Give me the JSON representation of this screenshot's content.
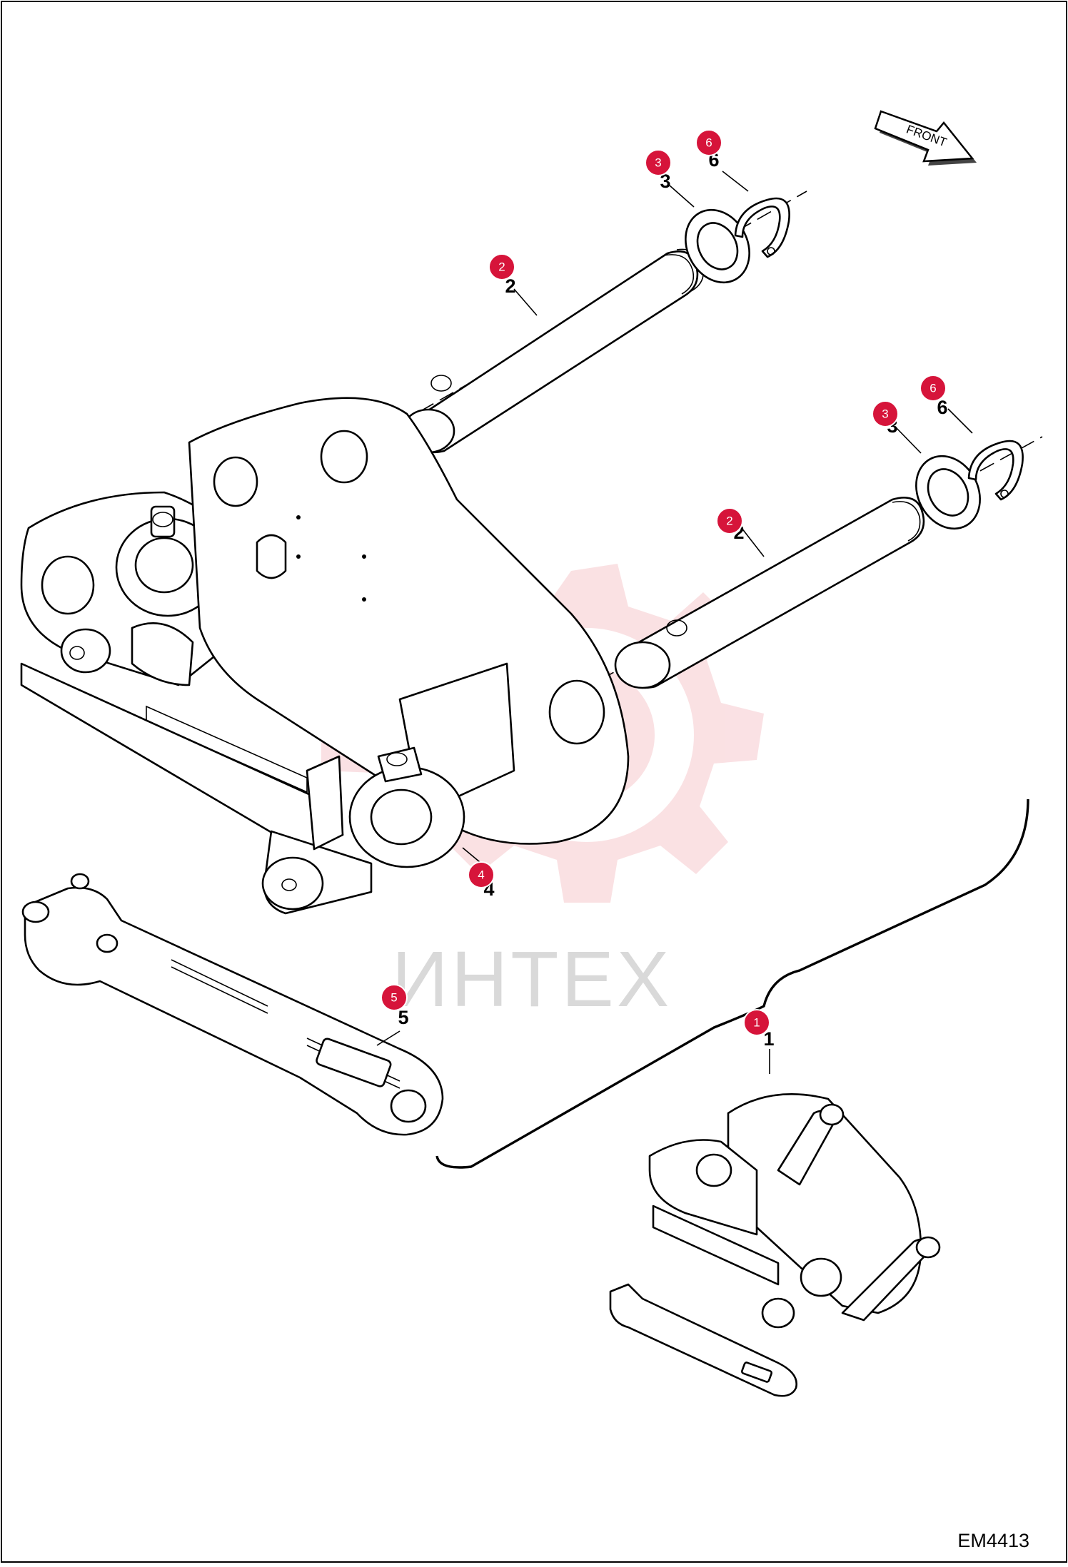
{
  "front_indicator": {
    "label": "FRONT"
  },
  "watermark": {
    "text": "ИНТЕХ"
  },
  "drawing_code": "EM4413",
  "callouts": [
    {
      "id": "1",
      "label": "1"
    },
    {
      "id": "2a",
      "label": "2"
    },
    {
      "id": "2b",
      "label": "2"
    },
    {
      "id": "3a",
      "label": "3"
    },
    {
      "id": "3b",
      "label": "3"
    },
    {
      "id": "4",
      "label": "4"
    },
    {
      "id": "5",
      "label": "5"
    },
    {
      "id": "6a",
      "label": "6"
    },
    {
      "id": "6b",
      "label": "6"
    }
  ],
  "part_labels": [
    {
      "id": "1",
      "text": "1"
    },
    {
      "id": "2a",
      "text": "2"
    },
    {
      "id": "2b",
      "text": "2"
    },
    {
      "id": "3a",
      "text": "3"
    },
    {
      "id": "3b",
      "text": "3"
    },
    {
      "id": "4",
      "text": "4"
    },
    {
      "id": "5",
      "text": "5"
    },
    {
      "id": "6a",
      "text": "6"
    },
    {
      "id": "6b",
      "text": "6"
    }
  ],
  "colors": {
    "callout": "#d6143a",
    "watermark": "#f3c7cb",
    "line": "#000000"
  }
}
